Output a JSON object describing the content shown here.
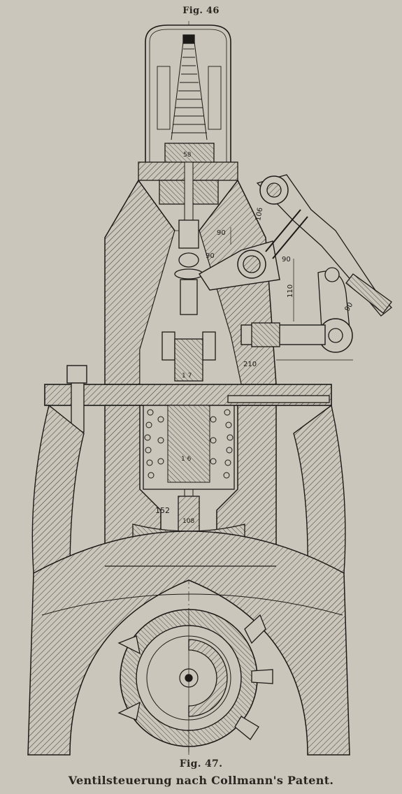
{
  "figure_top_label": "Fig. 46",
  "figure_bottom_label": "Fig. 47.",
  "caption": "Ventilsteuerung nach Collmann's Patent.",
  "dimension_labels": {
    "d58": "58",
    "d106": "106",
    "d90a": "90",
    "d90b": "90",
    "d90c": "90",
    "d90d": "90",
    "d110": "110",
    "d210": "210",
    "d17": "1 7",
    "d16": "1 6",
    "d152": "152",
    "d108": "108"
  },
  "colors": {
    "paper": "#cbc6bb",
    "ink": "#1c1a17",
    "hatch": "#3a3630"
  }
}
